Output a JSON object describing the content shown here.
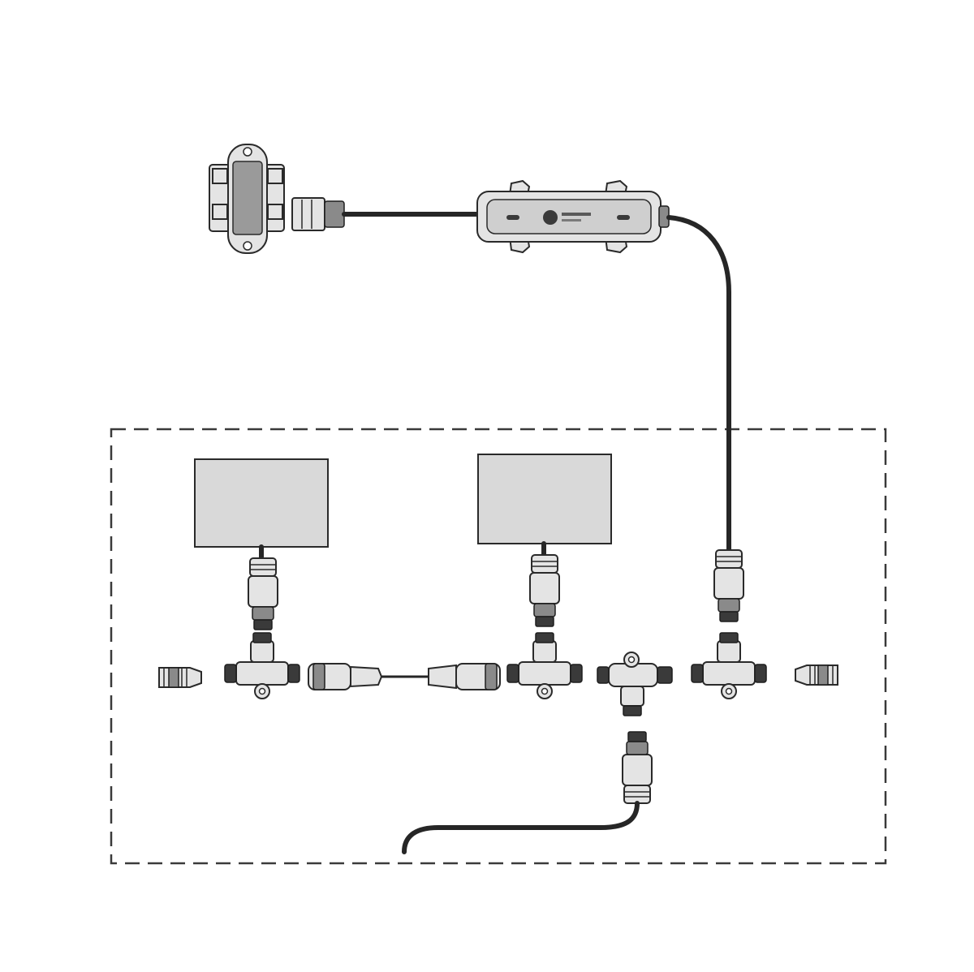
{
  "diagram": {
    "colors": {
      "line": "#262626",
      "device_fill": "#d9d9d9",
      "connector_fill": "#e4e4e4",
      "background": "#ffffff"
    },
    "components": [
      "terminal-block",
      "inline-module",
      "device-box-left",
      "device-box-right",
      "drop-connector-left",
      "drop-connector-middle",
      "drop-connector-right",
      "backbone-terminator-left",
      "tee-connector-left",
      "extension-cable",
      "tee-connector-middle",
      "tee-connector-down",
      "tee-connector-right",
      "backbone-terminator-right",
      "drop-cable-bottom"
    ],
    "icons": [
      "mounting-hole-icon",
      "logo-badge-icon",
      "led-indicator-icon"
    ]
  }
}
